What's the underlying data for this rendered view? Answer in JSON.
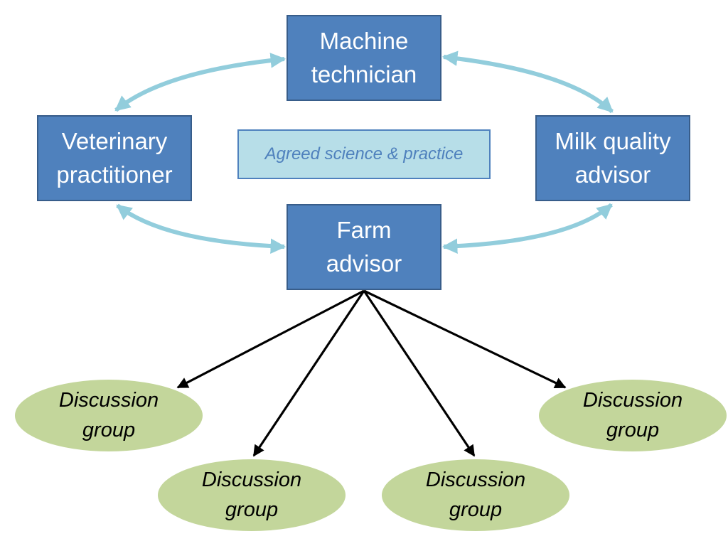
{
  "colors": {
    "role_box_fill": "#4f81bd",
    "role_box_border": "#385d8a",
    "role_box_text": "#ffffff",
    "agreed_fill": "#b7dee8",
    "agreed_text": "#4f81bd",
    "group_fill": "#c3d69b",
    "light_arrow": "#92cddc",
    "dark_arrow": "#000000"
  },
  "roles": {
    "machine_technician": "Machine\ntechnician",
    "veterinary_practitioner": "Veterinary\npractitioner",
    "milk_quality_advisor": "Milk quality\nadvisor",
    "farm_advisor": "Farm\nadvisor"
  },
  "agreed": "Agreed science & practice",
  "groups": [
    "Discussion\ngroup",
    "Discussion\ngroup",
    "Discussion\ngroup",
    "Discussion\ngroup"
  ],
  "connections": [
    {
      "from": "Machine technician",
      "to": "Veterinary practitioner",
      "style": "double-arrow"
    },
    {
      "from": "Machine technician",
      "to": "Milk quality advisor",
      "style": "double-arrow"
    },
    {
      "from": "Veterinary practitioner",
      "to": "Farm advisor",
      "style": "double-arrow"
    },
    {
      "from": "Milk quality advisor",
      "to": "Farm advisor",
      "style": "double-arrow"
    },
    {
      "from": "Farm advisor",
      "to": "Discussion group 1",
      "style": "arrow"
    },
    {
      "from": "Farm advisor",
      "to": "Discussion group 2",
      "style": "arrow"
    },
    {
      "from": "Farm advisor",
      "to": "Discussion group 3",
      "style": "arrow"
    },
    {
      "from": "Farm advisor",
      "to": "Discussion group 4",
      "style": "arrow"
    }
  ]
}
